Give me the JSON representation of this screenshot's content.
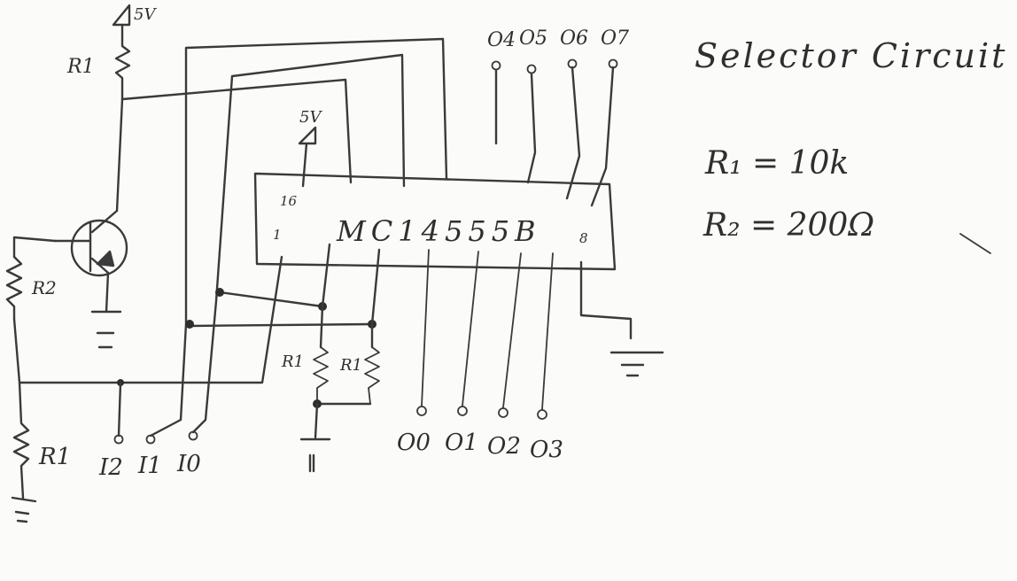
{
  "title": "Selector Circuit",
  "values": {
    "r1": "R₁ = 10k",
    "r2": "R₂ = 200Ω"
  },
  "chip": {
    "name": "MC14555B",
    "pin16": "16",
    "pin1": "1",
    "pin8": "8"
  },
  "supplies": {
    "top": "5V",
    "chip": "5V"
  },
  "resistor_labels": {
    "top": "R1",
    "base": "R2",
    "bottom": "R1",
    "pulldown_a": "R1",
    "pulldown_b": "R1"
  },
  "inputs": [
    "I2",
    "I1",
    "I0"
  ],
  "outputs_top": [
    "O4",
    "O5",
    "O6",
    "O7"
  ],
  "outputs_bottom": [
    "O0",
    "O1",
    "O2",
    "O3"
  ]
}
